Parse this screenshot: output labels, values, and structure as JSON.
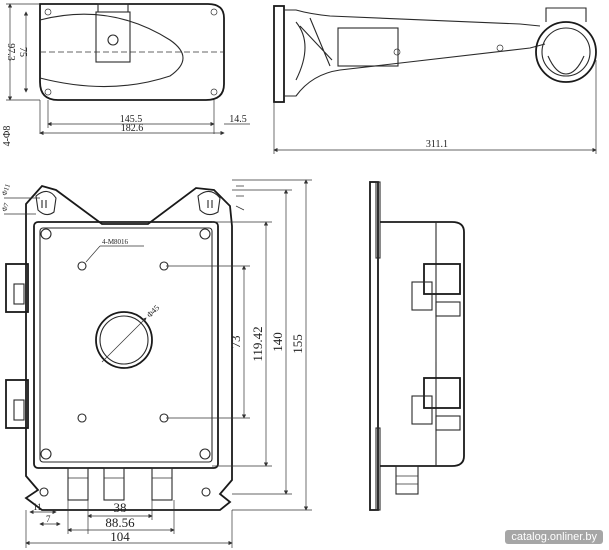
{
  "dims": {
    "top_height_outer": "97.3",
    "top_height_inner": "75",
    "top_bolt_dia": "4-Φ8",
    "top_width_inner": "145.5",
    "top_width_outer": "182.6",
    "top_offset": "14.5",
    "arm_length": "311.1",
    "hole_small": "Φ11",
    "hole_small2": "Φ7",
    "screw_spec": "4-M8016",
    "center_hole": "Φ45",
    "height_73": "73",
    "height_119": "119.42",
    "height_140": "140",
    "height_155": "155",
    "width_38": "38",
    "width_88": "88.56",
    "width_104": "104",
    "left_11": "11",
    "left_7": "7"
  },
  "watermark": "catalog.onliner.by"
}
